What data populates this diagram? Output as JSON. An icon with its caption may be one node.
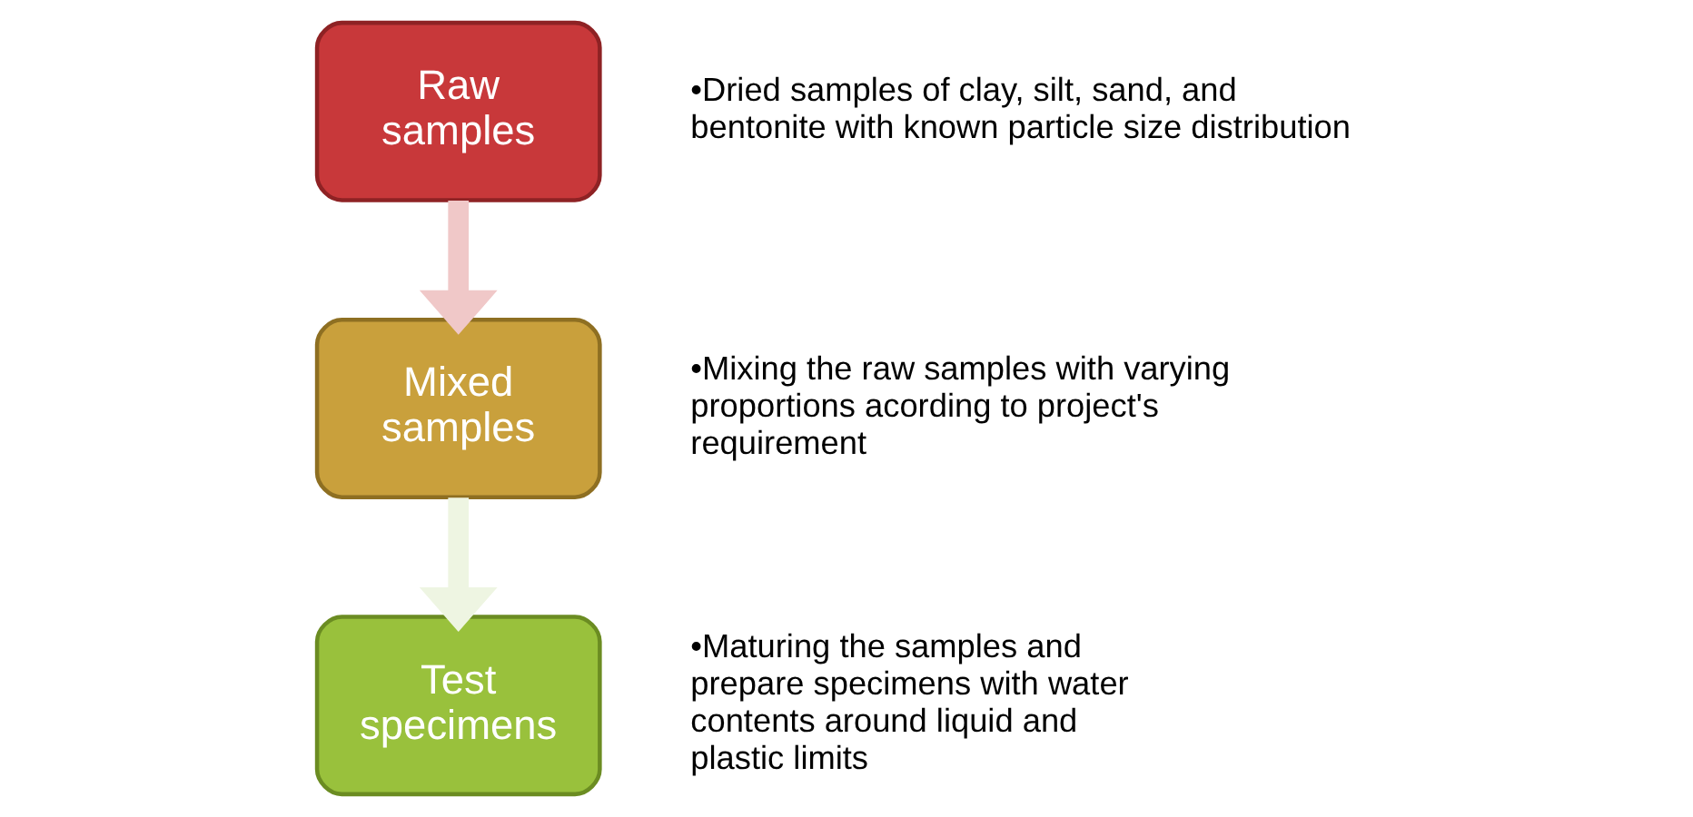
{
  "diagram": {
    "nodes": [
      {
        "text": [
          "Raw samples"
        ],
        "beside": [
          "•Dried samples of clay, silt, sand, and bentonite with known particle size distribution"
        ]
      },
      {
        "text": [
          "Mixed samples"
        ],
        "beside": [
          "•Mixing the raw samples with varying proportions acording to project's requirement"
        ]
      },
      {
        "text": [
          "Test specimens"
        ],
        "beside": [
          "•Maturing the samples and prepare specimens with water contents around liquid and plastic limits"
        ]
      }
    ],
    "edges": [
      {
        "from": 0,
        "to": 1,
        "arrow": "to",
        "color": "#f0c8c8"
      },
      {
        "from": 1,
        "to": 2,
        "arrow": "to",
        "color": "#eef5e2"
      }
    ]
  }
}
